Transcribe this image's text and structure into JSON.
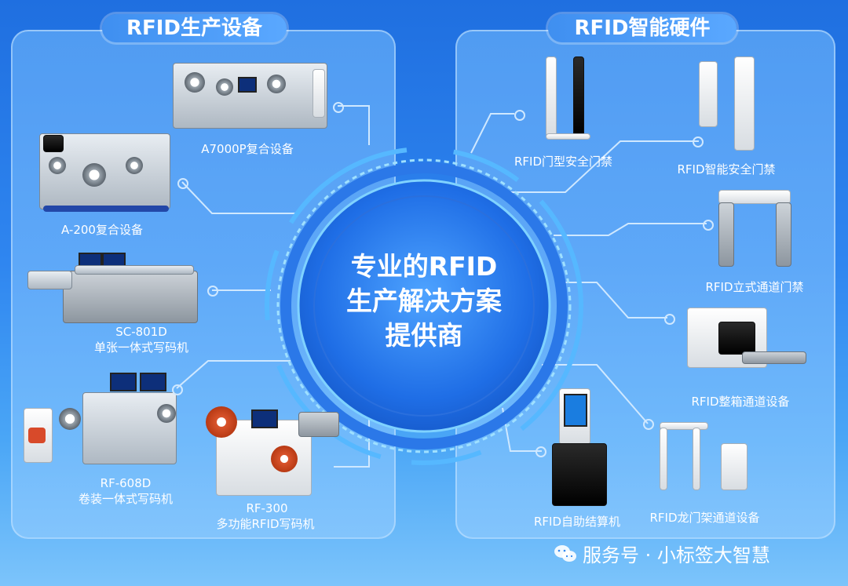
{
  "left_panel": {
    "title": "RFID生产设备",
    "items": [
      {
        "label": "A7000P复合设备"
      },
      {
        "label": "A-200复合设备"
      },
      {
        "label": "SC-801D",
        "sublabel": "单张一体式写码机"
      },
      {
        "label": "RF-608D",
        "sublabel": "卷装一体式写码机"
      },
      {
        "label": "RF-300",
        "sublabel": "多功能RFID写码机"
      }
    ]
  },
  "right_panel": {
    "title": "RFID智能硬件",
    "items": [
      {
        "label": "RFID门型安全门禁"
      },
      {
        "label": "RFID智能安全门禁"
      },
      {
        "label": "RFID立式通道门禁"
      },
      {
        "label": "RFID整箱通道设备"
      },
      {
        "label": "RFID自助结算机"
      },
      {
        "label": "RFID龙门架通道设备"
      }
    ]
  },
  "center": {
    "lines": [
      "专业的RFID",
      "生产解决方案",
      "提供商"
    ]
  },
  "watermark": {
    "text": "服务号 · 小标签大智慧",
    "icon": "wechat-icon"
  },
  "colors": {
    "background_top": "#1f6fe0",
    "background_bottom": "#7cc4fb",
    "ring": "#2a7df0",
    "ring_glow": "#6fd0ff",
    "title_pill": "#4a9af5"
  }
}
